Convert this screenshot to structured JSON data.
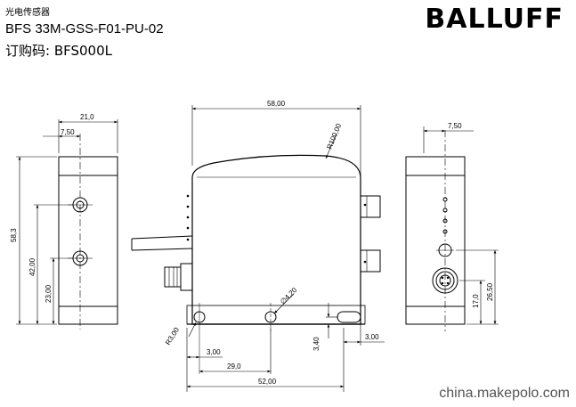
{
  "header": {
    "category": "光电传感器",
    "model": "BFS 33M-GSS-F01-PU-02",
    "order_code": "订购码: BFS000L"
  },
  "brand": {
    "logo_text": "BALLUFF"
  },
  "watermark": "china.makepolo.com",
  "dimensions": {
    "left_width": "21,0",
    "left_offset": "7,50",
    "left_height": "58,3",
    "left_hole_upper": "42,00",
    "left_hole_lower": "23,00",
    "front_width": "58,00",
    "front_radius": "R100,00",
    "front_hole_dia": "∅4,20",
    "front_slot_radius": "R3,00",
    "front_edge_offset": "3,00",
    "front_hole_spacing": "29,0",
    "front_mount_width": "52,00",
    "front_slot_height": "3,40",
    "front_slot_width": "3,00",
    "right_offset": "7,50",
    "right_conn_height": "17,0",
    "right_led_height": "26,50"
  },
  "colors": {
    "drawing": "#000000",
    "watermark": "#555555"
  }
}
